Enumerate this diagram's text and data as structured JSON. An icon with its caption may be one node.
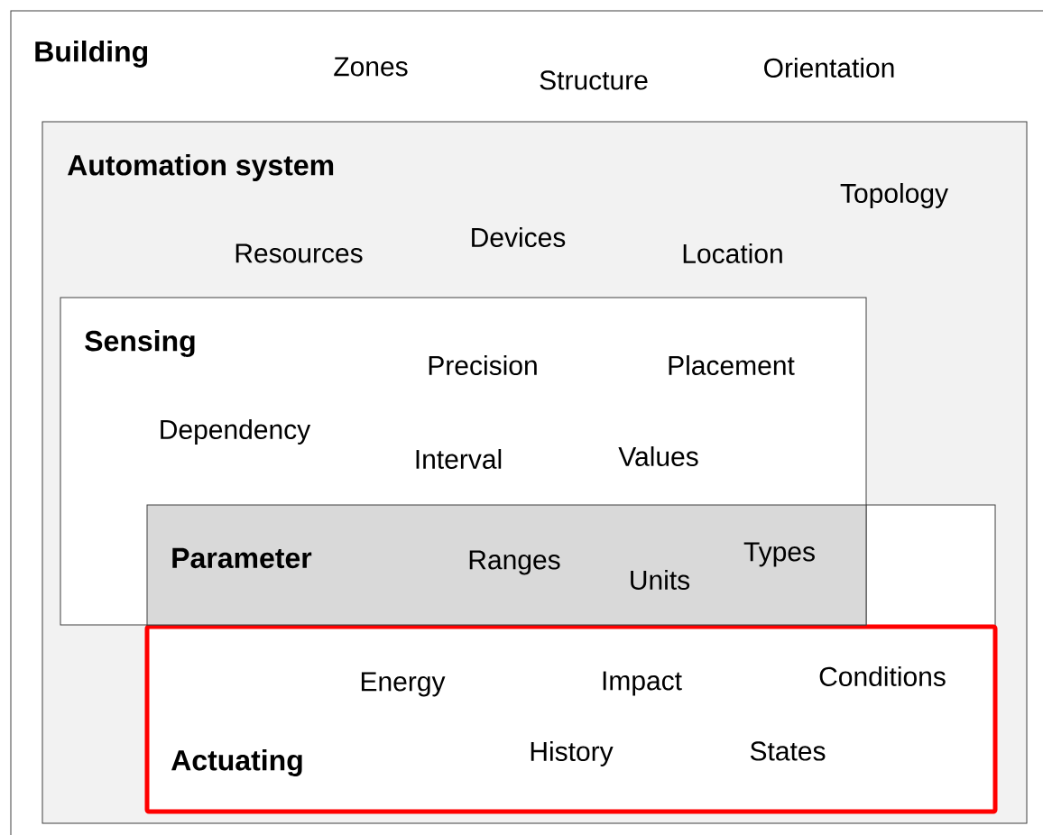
{
  "diagram": {
    "nodes": [
      {
        "text": [
          "Building",
          "Zones",
          "Structure",
          "Orientation"
        ]
      },
      {
        "text": [
          "Automation system",
          "Topology",
          "Resources",
          "Devices",
          "Location"
        ],
        "in": 0
      },
      {
        "text": [
          "Sensing",
          "Precision",
          "Placement",
          "Dependency",
          "Interval",
          "Values"
        ],
        "in": 1
      },
      {
        "text": [
          "Actuating",
          "Energy",
          "Impact",
          "Conditions",
          "History",
          "States"
        ],
        "in": 1
      },
      {
        "text": [
          "Parameter",
          "Ranges",
          "Units",
          "Types"
        ]
      }
    ]
  }
}
